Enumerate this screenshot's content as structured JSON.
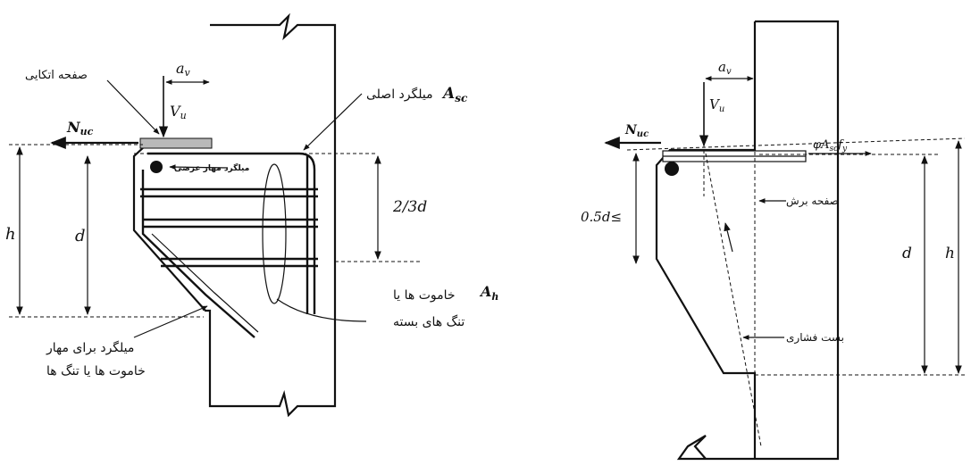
{
  "left_figure": {
    "bearing_plate": "صفحه اتکایی",
    "main_bar": "میلگرد اصلی",
    "main_bar_symbol": "A",
    "main_bar_sub": "sc",
    "cross_bar": "میلگرد مهار عرضی",
    "stirrups_line1": "خاموت ها یا",
    "stirrups_symbol": "A",
    "stirrups_sub": "h",
    "stirrups_line2": "تنگ های بسته",
    "anchor_line1": "میلگرد برای مهار",
    "anchor_line2": "خاموت ها یا تنگ ها",
    "av_main": "a",
    "av_sub": "v",
    "vu_main": "V",
    "vu_sub": "u",
    "nuc_main": "N",
    "nuc_sub": "uc",
    "h": "h",
    "d": "d",
    "two_thirds_d": "2/3d"
  },
  "right_figure": {
    "shear_plane": "صفحه برش",
    "strut": "بست فشاری",
    "av_main": "a",
    "av_sub": "v",
    "vu_main": "V",
    "vu_sub": "u",
    "nuc_main": "N",
    "nuc_sub": "uc",
    "force_phi": "φA",
    "force_sub": "sc",
    "force_fy": "f",
    "force_fy_sub": "y",
    "half_d": "0.5d≤",
    "d": "d",
    "h": "h"
  }
}
